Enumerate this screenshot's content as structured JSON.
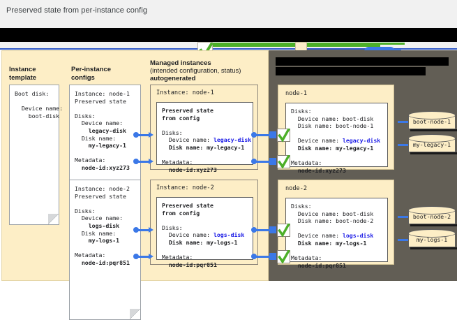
{
  "caption": "Preserved state from per-instance config",
  "legend": {
    "note": "legend row is redacted in the source image",
    "check_icon": "green-check-icon",
    "swatch_tan": "#fbecc9",
    "swatch_blue": "#3b78e7",
    "swatch_green": "#4caf28"
  },
  "colors": {
    "panel_left_bg": "#fdeec6",
    "panel_right_bg": "#625e55",
    "accent_blue": "#1a1ae6",
    "accent_magenta": "#c411c4",
    "connector_blue": "#3b78e7",
    "check_green": "#4caf28",
    "page_bg": "#f1f1f1"
  },
  "columns": {
    "instance_template": "Instance\ntemplate",
    "per_instance_configs": "Per-instance\nconfigs",
    "managed_instances_l1": "Managed instances",
    "managed_instances_l2": "(intended configuration, status)",
    "managed_instances_l3": "autogenerated",
    "right_header_l1": "",
    "right_header_l2": ""
  },
  "instance_template_doc": "Boot disk:\n\n  Device name:\n    boot-disk",
  "per_instance_configs": [
    {
      "header": "Instance: node-1\nPreserved state",
      "disks_label": "Disks:",
      "device_name_label": "  Device name:",
      "device_name_value": "    legacy-disk",
      "disk_name_label": "  Disk name:",
      "disk_name_value": "    my-legacy-1",
      "metadata_label": "Metadata:",
      "metadata_value": "  node-id:xyz273"
    },
    {
      "header": "Instance: node-2\nPreserved state",
      "disks_label": "Disks:",
      "device_name_label": "  Device name:",
      "device_name_value": "    logs-disk",
      "disk_name_label": "  Disk name:",
      "disk_name_value": "    my-logs-1",
      "metadata_label": "Metadata:",
      "metadata_value": "  node-id:pqr851"
    }
  ],
  "managed_instances": [
    {
      "title": "Instance: node-1",
      "inner_header": "Preserved state\nfrom config",
      "disks_label": "Disks:",
      "device_name_prefix": "  Device name: ",
      "device_name_value": "legacy-disk",
      "disk_name_line": "  Disk name: my-legacy-1",
      "metadata_label": "Metadata:",
      "metadata_value": "  node-id:xyz273"
    },
    {
      "title": "Instance: node-2",
      "inner_header": "Preserved state\nfrom config",
      "disks_label": "Disks:",
      "device_name_prefix": "  Device name: ",
      "device_name_value": "logs-disk",
      "disk_name_line": "  Disk name: my-logs-1",
      "metadata_label": "Metadata:",
      "metadata_value": "  node-id:pqr851"
    }
  ],
  "nodes": [
    {
      "title": "node-1",
      "disks_label": "Disks:",
      "boot_device_line": "  Device name: boot-disk",
      "boot_disk_line": "  Disk name: boot-node-1",
      "extra_device_prefix": "  Device name: ",
      "extra_device_value": "legacy-disk",
      "extra_disk_line": "  Disk name: my-legacy-1",
      "metadata_label": "Metadata:",
      "metadata_value": "  node-id:xyz273",
      "disks": [
        "boot-node-1",
        "my-legacy-1"
      ]
    },
    {
      "title": "node-2",
      "disks_label": "Disks:",
      "boot_device_line": "  Device name: boot-disk",
      "boot_disk_line": "  Disk name: boot-node-2",
      "extra_device_prefix": "  Device name: ",
      "extra_device_value": "logs-disk",
      "extra_disk_line": "  Disk name: my-logs-1",
      "metadata_label": "Metadata:",
      "metadata_value": "  node-id:pqr851",
      "disks": [
        "boot-node-2",
        "my-logs-1"
      ]
    }
  ]
}
